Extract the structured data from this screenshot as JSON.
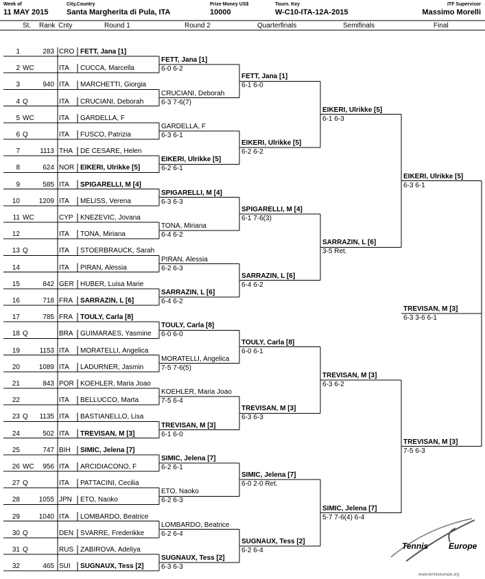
{
  "header": {
    "week_label": "Week of",
    "week_value": "11 MAY 2015",
    "city_label": "City,Country",
    "city_value": "Santa Margherita di Pula, ITA",
    "prize_label": "Prize Money US$",
    "prize_value": "10000",
    "key_label": "Tourn. Key",
    "key_value": "W-C10-ITA-12A-2015",
    "supervisor_label": "ITF Supervisor",
    "supervisor_value": "Massimo Morelli"
  },
  "columns": {
    "st": "St.",
    "rank": "Rank",
    "cnty": "Cnty",
    "r1": "Round 1",
    "r2": "Round 2",
    "qf": "Quarterfinals",
    "sf": "Semifinals",
    "f": "Final"
  },
  "players": [
    {
      "pos": "1",
      "st": "",
      "rank": "283",
      "cnty": "CRO",
      "name": "FETT, Jana [1]",
      "bold": true
    },
    {
      "pos": "2",
      "st": "WC",
      "rank": "",
      "cnty": "ITA",
      "name": "CUCCA, Marcella",
      "bold": false
    },
    {
      "pos": "3",
      "st": "",
      "rank": "940",
      "cnty": "ITA",
      "name": "MARCHETTI, Giorgia",
      "bold": false
    },
    {
      "pos": "4",
      "st": "Q",
      "rank": "",
      "cnty": "ITA",
      "name": "CRUCIANI, Deborah",
      "bold": false
    },
    {
      "pos": "5",
      "st": "WC",
      "rank": "",
      "cnty": "ITA",
      "name": "GARDELLA, F",
      "bold": false
    },
    {
      "pos": "6",
      "st": "Q",
      "rank": "",
      "cnty": "ITA",
      "name": "FUSCO, Patrizia",
      "bold": false
    },
    {
      "pos": "7",
      "st": "",
      "rank": "1113",
      "cnty": "THA",
      "name": "DE CESARE, Helen",
      "bold": false
    },
    {
      "pos": "8",
      "st": "",
      "rank": "624",
      "cnty": "NOR",
      "name": "EIKERI, Ulrikke [5]",
      "bold": true
    },
    {
      "pos": "9",
      "st": "",
      "rank": "585",
      "cnty": "ITA",
      "name": "SPIGARELLI, M [4]",
      "bold": true
    },
    {
      "pos": "10",
      "st": "",
      "rank": "1209",
      "cnty": "ITA",
      "name": "MELISS, Verena",
      "bold": false
    },
    {
      "pos": "11",
      "st": "WC",
      "rank": "",
      "cnty": "CYP",
      "name": "KNEZEVIC, Jovana",
      "bold": false
    },
    {
      "pos": "12",
      "st": "",
      "rank": "",
      "cnty": "ITA",
      "name": "TONA, Miriana",
      "bold": false
    },
    {
      "pos": "13",
      "st": "Q",
      "rank": "",
      "cnty": "ITA",
      "name": "STOERBRAUCK, Sarah",
      "bold": false
    },
    {
      "pos": "14",
      "st": "",
      "rank": "",
      "cnty": "ITA",
      "name": "PIRAN, Alessia",
      "bold": false
    },
    {
      "pos": "15",
      "st": "",
      "rank": "842",
      "cnty": "GER",
      "name": "HUBER, Luisa Marie",
      "bold": false
    },
    {
      "pos": "16",
      "st": "",
      "rank": "718",
      "cnty": "FRA",
      "name": "SARRAZIN, L [6]",
      "bold": true
    },
    {
      "pos": "17",
      "st": "",
      "rank": "785",
      "cnty": "FRA",
      "name": "TOULY, Carla [8]",
      "bold": true
    },
    {
      "pos": "18",
      "st": "Q",
      "rank": "",
      "cnty": "BRA",
      "name": "GUIMARAES, Yasmine",
      "bold": false
    },
    {
      "pos": "19",
      "st": "",
      "rank": "1153",
      "cnty": "ITA",
      "name": "MORATELLI, Angelica",
      "bold": false
    },
    {
      "pos": "20",
      "st": "",
      "rank": "1089",
      "cnty": "ITA",
      "name": "LADURNER, Jasmin",
      "bold": false
    },
    {
      "pos": "21",
      "st": "",
      "rank": "843",
      "cnty": "POR",
      "name": "KOEHLER, Maria Joao",
      "bold": false
    },
    {
      "pos": "22",
      "st": "",
      "rank": "",
      "cnty": "ITA",
      "name": "BELLUCCO, Marta",
      "bold": false
    },
    {
      "pos": "23",
      "st": "Q",
      "rank": "1135",
      "cnty": "ITA",
      "name": "BASTIANELLO, Lisa",
      "bold": false
    },
    {
      "pos": "24",
      "st": "",
      "rank": "502",
      "cnty": "ITA",
      "name": "TREVISAN, M [3]",
      "bold": true
    },
    {
      "pos": "25",
      "st": "",
      "rank": "747",
      "cnty": "BIH",
      "name": "SIMIC, Jelena [7]",
      "bold": true
    },
    {
      "pos": "26",
      "st": "WC",
      "rank": "956",
      "cnty": "ITA",
      "name": "ARCIDIACONO, F",
      "bold": false
    },
    {
      "pos": "27",
      "st": "Q",
      "rank": "",
      "cnty": "ITA",
      "name": "PATTACINI, Cecilia",
      "bold": false
    },
    {
      "pos": "28",
      "st": "",
      "rank": "1055",
      "cnty": "JPN",
      "name": "ETO, Naoko",
      "bold": false
    },
    {
      "pos": "29",
      "st": "",
      "rank": "1040",
      "cnty": "ITA",
      "name": "LOMBARDO, Beatrice",
      "bold": false
    },
    {
      "pos": "30",
      "st": "Q",
      "rank": "",
      "cnty": "DEN",
      "name": "SVARRE, Frederikke",
      "bold": false
    },
    {
      "pos": "31",
      "st": "Q",
      "rank": "",
      "cnty": "RUS",
      "name": "ZABIROVA, Adeliya",
      "bold": false
    },
    {
      "pos": "32",
      "st": "",
      "rank": "465",
      "cnty": "SUI",
      "name": "SUGNAUX, Tess [2]",
      "bold": true
    }
  ],
  "round2": [
    {
      "name": "FETT, Jana [1]",
      "score": "6-0 6-2",
      "bold": true
    },
    {
      "name": "CRUCIANI, Deborah",
      "score": "6-3 7-6(7)",
      "bold": false
    },
    {
      "name": "GARDELLA, F",
      "score": "6-3 6-1",
      "bold": false
    },
    {
      "name": "EIKERI, Ulrikke [5]",
      "score": "6-2 6-1",
      "bold": true
    },
    {
      "name": "SPIGARELLI, M [4]",
      "score": "6-3 6-3",
      "bold": true
    },
    {
      "name": "TONA, Miriana",
      "score": "6-4 6-2",
      "bold": false
    },
    {
      "name": "PIRAN, Alessia",
      "score": "6-2 6-3",
      "bold": false
    },
    {
      "name": "SARRAZIN, L [6]",
      "score": "6-4 6-2",
      "bold": true
    },
    {
      "name": "TOULY, Carla [8]",
      "score": "6-0 6-0",
      "bold": true
    },
    {
      "name": "MORATELLI, Angelica",
      "score": "7-5 7-6(5)",
      "bold": false
    },
    {
      "name": "KOEHLER, Maria Joao",
      "score": "7-5 6-4",
      "bold": false
    },
    {
      "name": "TREVISAN, M [3]",
      "score": "6-1 6-0",
      "bold": true
    },
    {
      "name": "SIMIC, Jelena [7]",
      "score": "6-2 6-1",
      "bold": true
    },
    {
      "name": "ETO, Naoko",
      "score": "6-2 6-3",
      "bold": false
    },
    {
      "name": "LOMBARDO, Beatrice",
      "score": "6-2 6-4",
      "bold": false
    },
    {
      "name": "SUGNAUX, Tess [2]",
      "score": "6-3 6-3",
      "bold": true
    }
  ],
  "quarterfinals": [
    {
      "name": "FETT, Jana [1]",
      "score": "6-1 6-0",
      "bold": true
    },
    {
      "name": "EIKERI, Ulrikke [5]",
      "score": "6-2 6-2",
      "bold": true
    },
    {
      "name": "SPIGARELLI, M [4]",
      "score": "6-1 7-6(3)",
      "bold": true
    },
    {
      "name": "SARRAZIN, L [6]",
      "score": "6-4 6-2",
      "bold": true
    },
    {
      "name": "TOULY, Carla [8]",
      "score": "6-0 6-1",
      "bold": true
    },
    {
      "name": "TREVISAN, M [3]",
      "score": "6-3 6-3",
      "bold": true
    },
    {
      "name": "SIMIC, Jelena [7]",
      "score": "6-0 2-0 Ret.",
      "bold": true
    },
    {
      "name": "SUGNAUX, Tess [2]",
      "score": "6-2 6-4",
      "bold": true
    }
  ],
  "semifinals": [
    {
      "name": "EIKERI, Ulrikke [5]",
      "score": "6-1 6-3",
      "bold": true
    },
    {
      "name": "SARRAZIN, L [6]",
      "score": "3-5 Ret.",
      "bold": true
    },
    {
      "name": "TREVISAN, M [3]",
      "score": "6-3 6-2",
      "bold": true
    },
    {
      "name": "SIMIC, Jelena [7]",
      "score": "5-7 7-6(4) 6-4",
      "bold": true
    }
  ],
  "finals": [
    {
      "name": "EIKERI, Ulrikke [5]",
      "score": "6-3 6-1",
      "bold": true
    },
    {
      "name": "TREVISAN, M [3]",
      "score": "7-5 6-3",
      "bold": true
    }
  ],
  "champion": {
    "name": "TREVISAN, M [3]",
    "score": "6-3 3-6 6-1",
    "bold": true
  },
  "logo": {
    "line1": "Tennis",
    "line2": "Europe",
    "url": "www.tenniseurope.org"
  },
  "colors": {
    "ink": "#000000",
    "paper": "#ffffff",
    "logo_gray": "#555555"
  }
}
